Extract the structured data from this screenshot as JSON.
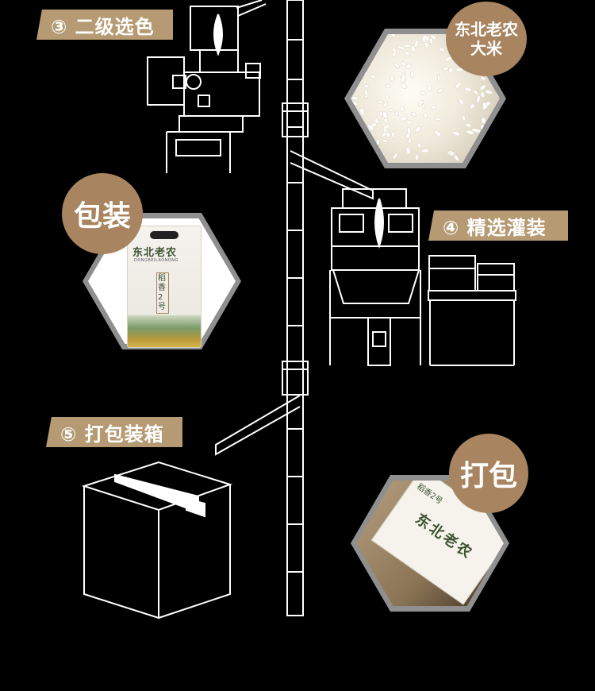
{
  "steps": [
    {
      "label": "③ 二级选色"
    },
    {
      "label": "④ 精选灌装"
    },
    {
      "label": "⑤ 打包装箱"
    }
  ],
  "badges": {
    "rice": {
      "line1": "东北老农",
      "line2": "大米"
    },
    "package": {
      "text": "包装"
    },
    "pack": {
      "text": "打包"
    }
  },
  "bag": {
    "brand": "东北老农",
    "brand_en": "DONGBEILAONONG",
    "product": "稻香2号"
  },
  "colors": {
    "background": "#000000",
    "accent": "#b59a73",
    "badge": "#a88560",
    "hex_frame": "#8f8f8f",
    "line": "#ffffff"
  }
}
